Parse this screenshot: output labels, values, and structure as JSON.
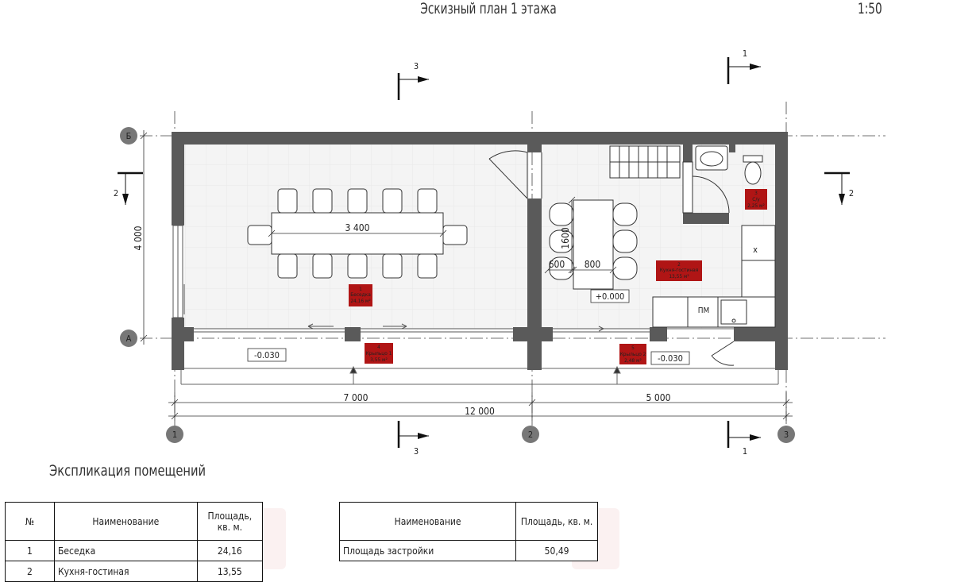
{
  "sheet": {
    "title": "Эскизный план 1 этажа",
    "scale": "1:50"
  },
  "plan": {
    "axes_letters": [
      "Б",
      "А"
    ],
    "axes_numbers": [
      "1",
      "2",
      "3"
    ],
    "section_marks": [
      "1",
      "2",
      "3"
    ],
    "dimensions": {
      "overall_width": "12 000",
      "bay_1_2": "7 000",
      "bay_2_3": "5 000",
      "depth": "4 000",
      "table_gazebo": "3 400",
      "table_kitchen_length": "1600",
      "table_kitchen_offset": "600",
      "table_kitchen_width": "800"
    },
    "levels": {
      "floor": "+0.000",
      "porch_1": "-0.030",
      "porch_2": "-0.030"
    },
    "rooms": [
      {
        "num": "1",
        "name": "Беседка",
        "area": "24,16 м²"
      },
      {
        "num": "2",
        "name": "Кухня-гостиная",
        "area": "13,55 м²"
      },
      {
        "num": "3",
        "name": "С/у",
        "area": "2,25 м²"
      },
      {
        "num": "4",
        "name": "Крыльцо 1",
        "area": "3,55 м²"
      },
      {
        "num": "5",
        "name": "Крыльцо 2",
        "area": "2,48 м²"
      }
    ],
    "equipment": {
      "fridge": "х",
      "dishwasher": "ПМ"
    }
  },
  "explication": {
    "title": "Экспликация помещений",
    "headers": {
      "num": "№",
      "name": "Наименование",
      "area": "Площадь, кв. м."
    },
    "rows": [
      {
        "num": "1",
        "name": "Беседка",
        "area": "24,16"
      },
      {
        "num": "2",
        "name": "Кухня-гостиная",
        "area": "13,55"
      }
    ]
  },
  "summary": {
    "headers": {
      "name": "Наименование",
      "area": "Площадь, кв. м."
    },
    "rows": [
      {
        "name": "Площадь застройки",
        "area": "50,49"
      }
    ]
  }
}
